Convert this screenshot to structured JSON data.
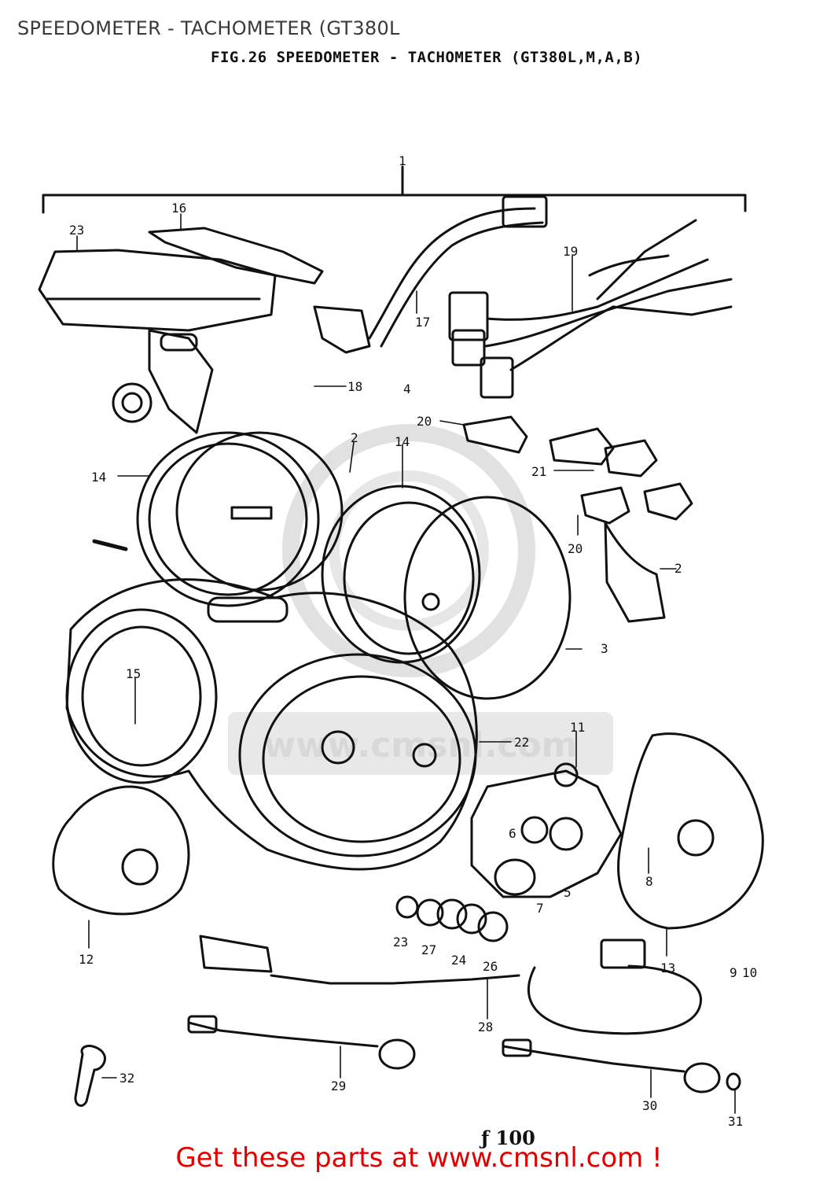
{
  "header": {
    "title": "SPEEDOMETER - TACHOMETER (GT380L"
  },
  "figure": {
    "title": "FIG.26  SPEEDOMETER - TACHOMETER (GT380L,M,A,B)",
    "page_number": "ƒ 100",
    "watermark": "www.cmsnl.com",
    "callouts": [
      "1",
      "2",
      "2",
      "3",
      "4",
      "5",
      "6",
      "7",
      "8",
      "9",
      "10",
      "11",
      "12",
      "13",
      "14",
      "14",
      "15",
      "16",
      "17",
      "18",
      "19",
      "20",
      "20",
      "21",
      "22",
      "23",
      "23",
      "24",
      "26",
      "27",
      "28",
      "29",
      "30",
      "31",
      "32"
    ]
  },
  "footer": {
    "prefix": "Get these parts at ",
    "link": "www.cmsnl.com",
    "suffix": " !"
  }
}
